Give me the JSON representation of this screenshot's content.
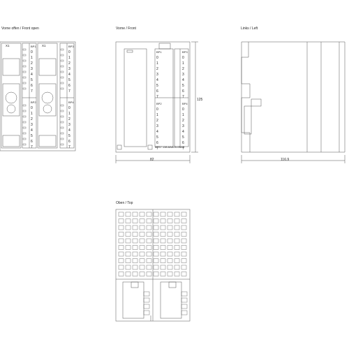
{
  "views": {
    "front_open": {
      "title": "Vorne offen / Front open",
      "x1_label": "X1",
      "x1_label_2": "X1"
    },
    "front": {
      "title": "Vorne / Front",
      "width_dim": "82",
      "height_dim": "125",
      "order_no": "6ES7 138-6AA00-0BA0"
    },
    "left": {
      "title": "Links / Left",
      "depth_dim": "116.9"
    },
    "top": {
      "title": "Oben / Top"
    }
  },
  "terminal_labels": {
    "group_a": [
      "BP1",
      "0",
      "1",
      "2",
      "3",
      "4",
      "5",
      "6",
      "7"
    ],
    "group_b": [
      "BP3",
      "0",
      "1",
      "2",
      "3",
      "4",
      "5",
      "6",
      "7"
    ],
    "group_c": [
      "BP2",
      "0",
      "1",
      "2",
      "3",
      "4",
      "5",
      "6",
      "7"
    ],
    "group_d": [
      "BP4",
      "0",
      "1",
      "2",
      "3",
      "4",
      "5",
      "6",
      "7"
    ]
  }
}
